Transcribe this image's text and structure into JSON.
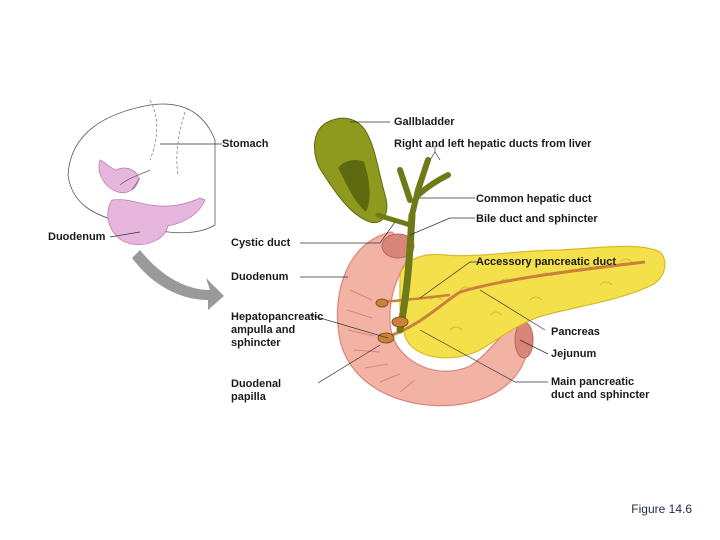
{
  "labels": {
    "stomach": "Stomach",
    "duodenum_small": "Duodenum",
    "gallbladder": "Gallbladder",
    "hepatic_ducts": "Right and left hepatic ducts from liver",
    "common_hepatic": "Common hepatic duct",
    "bile_duct": "Bile duct and sphincter",
    "cystic_duct": "Cystic duct",
    "duodenum": "Duodenum",
    "accessory_duct": "Accessory pancreatic duct",
    "hepato_ampulla": "Hepatopancreatic\nampulla and\nsphincter",
    "pancreas": "Pancreas",
    "jejunum": "Jejunum",
    "duodenal_papilla": "Duodenal\npapilla",
    "main_duct": "Main pancreatic\nduct and sphincter"
  },
  "caption": "Figure 14.6",
  "colors": {
    "gallbladder": "#8e9a1e",
    "gallbladder_dark": "#5e6a10",
    "pancreas": "#f4e04a",
    "pancreas_edge": "#d9b92a",
    "duodenum": "#f2b3a4",
    "duodenum_dark": "#d9857a",
    "duct": "#c9823c",
    "inset_pink": "#e7b6dd",
    "arrow_gray": "#9a9a9a",
    "leader": "#333333"
  }
}
